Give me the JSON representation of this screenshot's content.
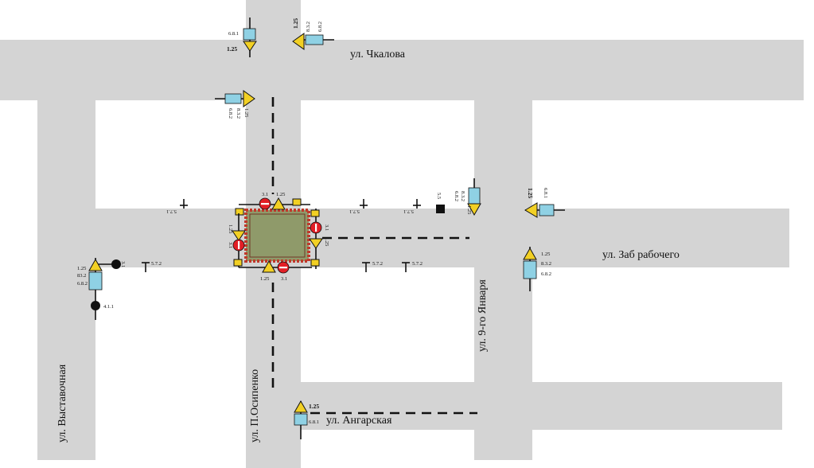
{
  "streets": {
    "chkalova": "ул. Чкалова",
    "zab_rabochego": "ул. Заб рабочего",
    "vystavochnaya": "ул. Выставочная",
    "osipenko": "ул. П.Осипенко",
    "yanvarya": "ул. 9-го Января",
    "angarskaya": "ул. Ангарская"
  },
  "sign_codes": {
    "s_1_25": "1.25",
    "s_6_8_1": "6.8.1",
    "s_6_8_2": "6.8.2",
    "s_8_3_2": "8.3.2",
    "s_8_3_2_alt": "83.2",
    "s_3_1": "3.1",
    "s_5_7_2": "5.7.2",
    "s_5_7_1": "5.7.1",
    "s_5_5": "5.5",
    "s_4_1_1": "4.1.1"
  },
  "colors": {
    "road": "#d4d4d4",
    "worksite_fill": "#8f9a6a",
    "worksite_border": "#c0392b",
    "warning_sign": "#f2d024",
    "info_plate": "#8fd1e4",
    "no_entry": "#e21f26"
  }
}
